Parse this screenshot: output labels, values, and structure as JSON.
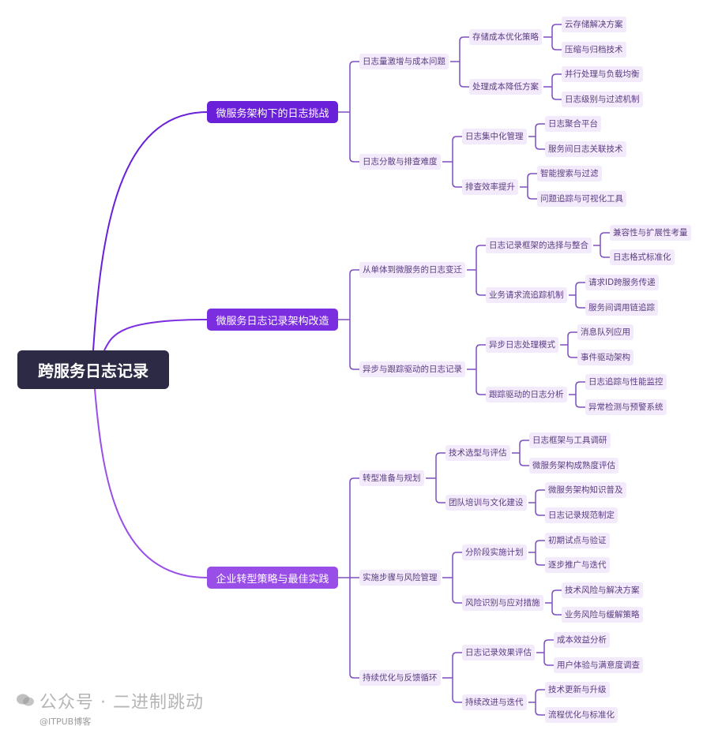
{
  "root": {
    "label": "跨服务日志记录",
    "children": [
      {
        "label": "微服务架构下的日志挑战",
        "color": "#6a1fd8",
        "children": [
          {
            "label": "日志量激增与成本问题",
            "children": [
              {
                "label": "存储成本优化策略",
                "children": [
                  {
                    "label": "云存储解决方案"
                  },
                  {
                    "label": "压缩与归档技术"
                  }
                ]
              },
              {
                "label": "处理成本降低方案",
                "children": [
                  {
                    "label": "并行处理与负载均衡"
                  },
                  {
                    "label": "日志级别与过滤机制"
                  }
                ]
              }
            ]
          },
          {
            "label": "日志分散与排查难度",
            "children": [
              {
                "label": "日志集中化管理",
                "children": [
                  {
                    "label": "日志聚合平台"
                  },
                  {
                    "label": "服务间日志关联技术"
                  }
                ]
              },
              {
                "label": "排查效率提升",
                "children": [
                  {
                    "label": "智能搜索与过滤"
                  },
                  {
                    "label": "问题追踪与可视化工具"
                  }
                ]
              }
            ]
          }
        ]
      },
      {
        "label": "微服务日志记录架构改造",
        "color": "#7b2de0",
        "children": [
          {
            "label": "从单体到微服务的日志变迁",
            "children": [
              {
                "label": "日志记录框架的选择与整合",
                "children": [
                  {
                    "label": "兼容性与扩展性考量"
                  },
                  {
                    "label": "日志格式标准化"
                  }
                ]
              },
              {
                "label": "业务请求流追踪机制",
                "children": [
                  {
                    "label": "请求ID跨服务传递"
                  },
                  {
                    "label": "服务间调用链追踪"
                  }
                ]
              }
            ]
          },
          {
            "label": "异步与跟踪驱动的日志记录",
            "children": [
              {
                "label": "异步日志处理模式",
                "children": [
                  {
                    "label": "消息队列应用"
                  },
                  {
                    "label": "事件驱动架构"
                  }
                ]
              },
              {
                "label": "跟踪驱动的日志分析",
                "children": [
                  {
                    "label": "日志追踪与性能监控"
                  },
                  {
                    "label": "异常检测与预警系统"
                  }
                ]
              }
            ]
          }
        ]
      },
      {
        "label": "企业转型策略与最佳实践",
        "color": "#9a4ee8",
        "children": [
          {
            "label": "转型准备与规划",
            "children": [
              {
                "label": "技术选型与评估",
                "children": [
                  {
                    "label": "日志框架与工具调研"
                  },
                  {
                    "label": "微服务架构成熟度评估"
                  }
                ]
              },
              {
                "label": "团队培训与文化建设",
                "children": [
                  {
                    "label": "微服务架构知识普及"
                  },
                  {
                    "label": "日志记录规范制定"
                  }
                ]
              }
            ]
          },
          {
            "label": "实施步骤与风险管理",
            "children": [
              {
                "label": "分阶段实施计划",
                "children": [
                  {
                    "label": "初期试点与验证"
                  },
                  {
                    "label": "逐步推广与迭代"
                  }
                ]
              },
              {
                "label": "风险识别与应对措施",
                "children": [
                  {
                    "label": "技术风险与解决方案"
                  },
                  {
                    "label": "业务风险与缓解策略"
                  }
                ]
              }
            ]
          },
          {
            "label": "持续优化与反馈循环",
            "children": [
              {
                "label": "日志记录效果评估",
                "children": [
                  {
                    "label": "成本效益分析"
                  },
                  {
                    "label": "用户体验与满意度调查"
                  }
                ]
              },
              {
                "label": "持续改进与迭代",
                "children": [
                  {
                    "label": "技术更新与升级"
                  },
                  {
                    "label": "流程优化与标准化"
                  }
                ]
              }
            ]
          }
        ]
      }
    ]
  },
  "watermark": {
    "wechat": "公众号 · 二进制跳动",
    "source": "@ITPUB博客"
  },
  "colors": {
    "root": "#2c2a44",
    "link": "#7f4fc0",
    "leaf_bg": "#f3ebfc"
  }
}
